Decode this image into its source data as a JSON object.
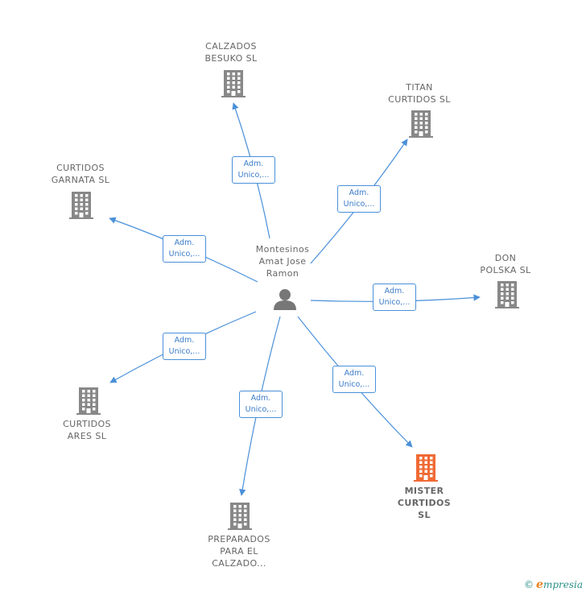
{
  "colors": {
    "edge": "#4a90d9",
    "building": "#888888",
    "building_focus": "#f06a35",
    "person": "#777777"
  },
  "center": {
    "name": "Montesinos\nAmat Jose\nRamon",
    "icon": "person-icon"
  },
  "companies": [
    {
      "id": "calzados-besuko",
      "name": "CALZADOS\nBESUKO  SL",
      "icon": "building-icon",
      "focus": false,
      "role": "Adm.\nUnico,..."
    },
    {
      "id": "titan-curtidos",
      "name": "TITAN\nCURTIDOS  SL",
      "icon": "building-icon",
      "focus": false,
      "role": "Adm.\nUnico,..."
    },
    {
      "id": "curtidos-garnata",
      "name": "CURTIDOS\nGARNATA  SL",
      "icon": "building-icon",
      "focus": false,
      "role": "Adm.\nUnico,..."
    },
    {
      "id": "don-polska",
      "name": "DON\nPOLSKA  SL",
      "icon": "building-icon",
      "focus": false,
      "role": "Adm.\nUnico,..."
    },
    {
      "id": "curtidos-ares",
      "name": "CURTIDOS\nARES  SL",
      "icon": "building-icon",
      "focus": false,
      "role": "Adm.\nUnico,..."
    },
    {
      "id": "mister-curtidos",
      "name": "MISTER\nCURTIDOS\nSL",
      "icon": "building-icon",
      "focus": true,
      "role": "Adm.\nUnico,..."
    },
    {
      "id": "preparados-calzado",
      "name": "PREPARADOS\nPARA EL\nCALZADO...",
      "icon": "building-icon",
      "focus": false,
      "role": "Adm.\nUnico,..."
    }
  ],
  "footer": {
    "copyright": "©",
    "brand_initial": "e",
    "brand_rest": "mpresia"
  }
}
